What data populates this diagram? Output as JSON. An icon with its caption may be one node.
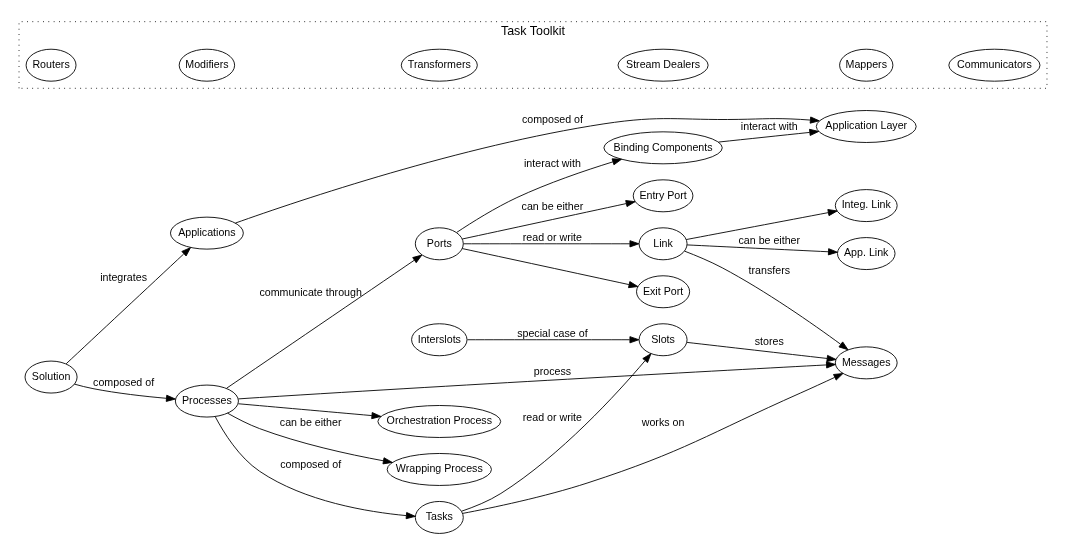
{
  "diagram": {
    "nodes": [
      {
        "text": [
          "Solution"
        ]
      },
      {
        "text": [
          "Processes"
        ]
      },
      {
        "text": [
          "Orchestration Process"
        ]
      },
      {
        "text": [
          "Wrapping Process"
        ]
      },
      {
        "text": [
          "Tasks"
        ]
      },
      {
        "text": [
          "Slots"
        ]
      },
      {
        "text": [
          "Interslots"
        ]
      },
      {
        "text": [
          "Messages"
        ]
      },
      {
        "text": [
          "Applications"
        ]
      },
      {
        "text": [
          "Application Layer"
        ]
      },
      {
        "text": [
          "Link"
        ]
      },
      {
        "text": [
          "App. Link"
        ]
      },
      {
        "text": [
          "Integ. Link"
        ]
      },
      {
        "text": [
          "Ports"
        ]
      },
      {
        "text": [
          "Entry Port"
        ]
      },
      {
        "text": [
          "Exit Port"
        ]
      },
      {
        "text": [
          "Binding Components"
        ]
      },
      {
        "text": [
          "Task Toolkit"
        ]
      },
      {
        "text": [
          "Routers"
        ],
        "in": 17
      },
      {
        "text": [
          "Modifiers"
        ],
        "in": 17
      },
      {
        "text": [
          "Transformers"
        ],
        "in": 17
      },
      {
        "text": [
          "Stream Dealers"
        ],
        "in": 17
      },
      {
        "text": [
          "Mappers"
        ],
        "in": 17
      },
      {
        "text": [
          "Communicators"
        ],
        "in": 17
      }
    ],
    "edges": [
      {
        "from": 0,
        "to": 1,
        "arrow": "to",
        "label": "composed of"
      },
      {
        "from": 0,
        "to": 8,
        "arrow": "to",
        "label": "integrates"
      },
      {
        "from": 1,
        "to": 2,
        "arrow": "to"
      },
      {
        "from": 1,
        "to": 3,
        "arrow": "to",
        "label": "can be either"
      },
      {
        "from": 1,
        "to": 4,
        "arrow": "to",
        "label": "composed of"
      },
      {
        "from": 1,
        "to": 7,
        "arrow": "to",
        "label": "process"
      },
      {
        "from": 1,
        "to": 13,
        "arrow": "to",
        "label": "communicate through"
      },
      {
        "from": 4,
        "to": 5,
        "arrow": "to",
        "label": "read or write"
      },
      {
        "from": 4,
        "to": 7,
        "arrow": "to",
        "label": "works on"
      },
      {
        "from": 5,
        "to": 7,
        "arrow": "to",
        "label": "stores"
      },
      {
        "from": 6,
        "to": 5,
        "arrow": "to",
        "label": "special case of"
      },
      {
        "from": 10,
        "to": 7,
        "arrow": "to",
        "label": "transfers"
      },
      {
        "from": 10,
        "to": 11,
        "arrow": "to",
        "label": "can be either"
      },
      {
        "from": 10,
        "to": 12,
        "arrow": "to"
      },
      {
        "from": 13,
        "to": 10,
        "arrow": "to",
        "label": "read or write"
      },
      {
        "from": 13,
        "to": 14,
        "arrow": "to",
        "label": "can be either"
      },
      {
        "from": 13,
        "to": 15,
        "arrow": "to"
      },
      {
        "from": 13,
        "to": 16,
        "arrow": "to",
        "label": "interact with"
      },
      {
        "from": 16,
        "to": 9,
        "arrow": "to",
        "label": "interact with"
      },
      {
        "from": 8,
        "to": 9,
        "arrow": "to",
        "label": "composed of"
      }
    ]
  }
}
